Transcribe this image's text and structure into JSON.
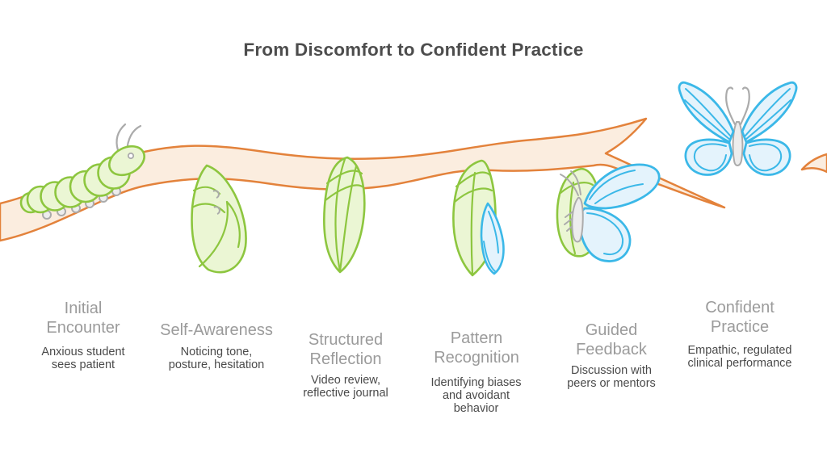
{
  "title": "From Discomfort to Confident Practice",
  "stages": [
    {
      "title": "Initial Encounter",
      "description": "Anxious student sees patient",
      "icon": "caterpillar-icon"
    },
    {
      "title": "Self-Awareness",
      "description": "Noticing tone, posture, hesitation",
      "icon": "curled-caterpillar-icon"
    },
    {
      "title": "Structured Reflection",
      "description": "Video review, reflective journal",
      "icon": "chrysalis-icon"
    },
    {
      "title": "Pattern Recognition",
      "description": "Identifying biases and avoidant behavior",
      "icon": "chrysalis-emerging-wing-icon"
    },
    {
      "title": "Guided Feedback",
      "description": "Discussion with peers or mentors",
      "icon": "emerging-butterfly-icon"
    },
    {
      "title": "Confident Practice",
      "description": "Empathic, regulated clinical performance",
      "icon": "butterfly-icon"
    }
  ],
  "colors": {
    "branch_stroke": "#E3823B",
    "branch_fill": "#FBEDDF",
    "green_stroke": "#8DC63F",
    "green_fill": "#EBF6D4",
    "blue_stroke": "#3BB8E8",
    "blue_fill": "#E4F3FC",
    "gray_stroke": "#ABABAB",
    "gray_fill": "#EDEDED",
    "title_text": "#4D4D4D",
    "heading_text": "#9B9B9B",
    "body_text": "#4A4A4A"
  }
}
